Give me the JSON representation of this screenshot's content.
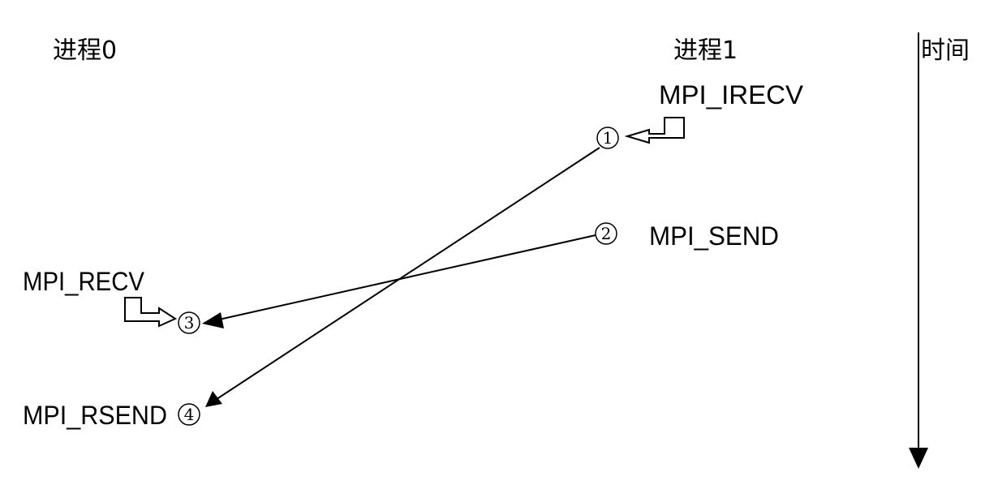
{
  "process0": {
    "title": "进程0",
    "recv": "MPI_RECV",
    "rsend": "MPI_RSEND"
  },
  "process1": {
    "title": "进程1",
    "irecv": "MPI_IRECV",
    "send": "MPI_SEND"
  },
  "time_axis": {
    "label": "时间"
  },
  "steps": {
    "s1": "1",
    "s2": "2",
    "s3": "3",
    "s4": "4"
  },
  "colors": {
    "ink": "#000000",
    "background": "#ffffff"
  }
}
